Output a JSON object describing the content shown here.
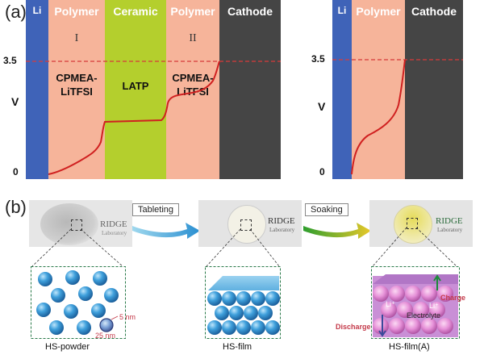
{
  "panel_a": {
    "label": "(a)",
    "left_plot": {
      "layers": [
        {
          "name": "Li",
          "color": "#3f63b8"
        },
        {
          "name": "Polymer",
          "color": "#f6b49a"
        },
        {
          "name": "Ceramic",
          "color": "#b4cf2d"
        },
        {
          "name": "Polymer",
          "color": "#f6b49a"
        },
        {
          "name": "Cathode",
          "color": "#454545"
        }
      ],
      "roman_1": "I",
      "roman_2": "II",
      "material_1": "CPMEA-\nLiTFSI",
      "material_2": "LATP",
      "material_3": "CPMEA-\nLiTFSI",
      "ytick_top": "3.5",
      "ytick_bottom": "0",
      "ylabel": "V"
    },
    "right_plot": {
      "layers": [
        {
          "name": "Li",
          "color": "#3f63b8"
        },
        {
          "name": "Polymer",
          "color": "#f6b49a"
        },
        {
          "name": "Cathode",
          "color": "#454545"
        }
      ],
      "ytick_top": "3.5",
      "ytick_bottom": "0",
      "ylabel": "V"
    },
    "threshold_line_color": "#d63b3b",
    "curve_color": "#d02020"
  },
  "panel_b": {
    "label": "(b)",
    "steps": [
      {
        "arrow_label": "Tableting"
      },
      {
        "arrow_label": "Soaking"
      }
    ],
    "photo_logo": "RIDGE",
    "photo_logo_sub": "Laboratory",
    "captions": [
      "HS-powder",
      "HS-film",
      "HS-film(A)"
    ],
    "dims": {
      "shell": "5 nm",
      "diameter": "25 nm"
    },
    "inset3": {
      "charge": "Charge",
      "discharge": "Discharge",
      "electrolyte": "Electrolyte",
      "ion": "Li⁺"
    }
  }
}
